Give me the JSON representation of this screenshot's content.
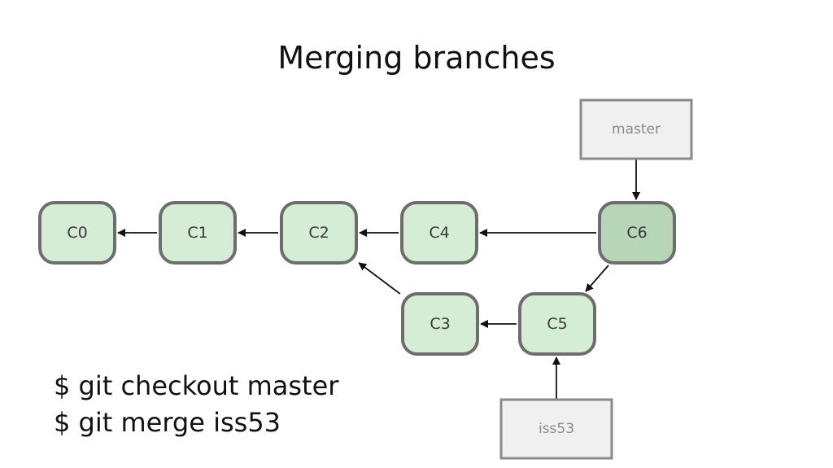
{
  "title": "Merging branches",
  "commands": [
    "$ git checkout master",
    "$ git merge iss53"
  ],
  "colors": {
    "commit_fill": "#d5ecd5",
    "commit_fill_head": "#b7d5b7",
    "commit_stroke": "#6d6d6d",
    "branch_fill": "#f0f0f0"
  },
  "commits": [
    {
      "id": "C0",
      "label": "C0"
    },
    {
      "id": "C1",
      "label": "C1"
    },
    {
      "id": "C2",
      "label": "C2"
    },
    {
      "id": "C4",
      "label": "C4"
    },
    {
      "id": "C6",
      "label": "C6",
      "head": true
    },
    {
      "id": "C3",
      "label": "C3"
    },
    {
      "id": "C5",
      "label": "C5"
    }
  ],
  "branches": [
    {
      "id": "master",
      "label": "master",
      "points_to": "C6"
    },
    {
      "id": "iss53",
      "label": "iss53",
      "points_to": "C5"
    }
  ],
  "edges": [
    {
      "from": "C1",
      "to": "C0"
    },
    {
      "from": "C2",
      "to": "C1"
    },
    {
      "from": "C4",
      "to": "C2"
    },
    {
      "from": "C6",
      "to": "C4"
    },
    {
      "from": "C6",
      "to": "C5"
    },
    {
      "from": "C5",
      "to": "C3"
    },
    {
      "from": "C3",
      "to": "C2"
    }
  ]
}
